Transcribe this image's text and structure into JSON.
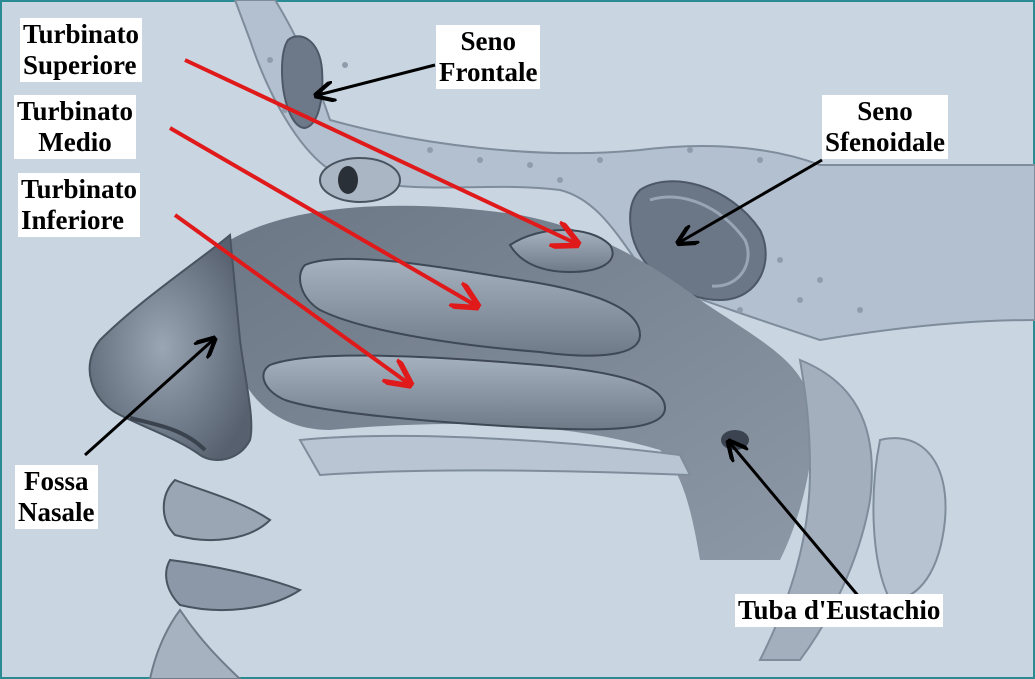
{
  "colors": {
    "background": "#c9d6e2",
    "frame_border": "#2a8c92",
    "bone": "#b2c0cf",
    "tissue_dark": "#5a6573",
    "tissue_mid": "#8b97a6",
    "arrow_red": "#e01a1a",
    "arrow_black": "#000000",
    "label_bg": "#ffffff",
    "label_text": "#000000"
  },
  "labels": {
    "turbinato_superiore": [
      "Turbinato",
      "Superiore"
    ],
    "seno_frontale": [
      "Seno",
      "Frontale"
    ],
    "turbinato_medio": [
      "Turbinato",
      "Medio"
    ],
    "turbinato_inferiore": [
      "Turbinato",
      "Inferiore"
    ],
    "seno_sfenoidale": [
      "Seno",
      "Sfenoidale"
    ],
    "fossa_nasale": [
      "Fossa",
      "Nasale"
    ],
    "tuba_eustachio": [
      "Tuba d'Eustachio"
    ]
  },
  "arrows": [
    {
      "name": "arrow-turbinato-superiore",
      "color": "red",
      "target": "turbinato_superiore"
    },
    {
      "name": "arrow-turbinato-medio",
      "color": "red",
      "target": "turbinato_medio"
    },
    {
      "name": "arrow-turbinato-inferiore",
      "color": "red",
      "target": "turbinato_inferiore"
    },
    {
      "name": "arrow-seno-frontale",
      "color": "black",
      "target": "seno_frontale"
    },
    {
      "name": "arrow-seno-sfenoidale",
      "color": "black",
      "target": "seno_sfenoidale"
    },
    {
      "name": "arrow-fossa-nasale",
      "color": "black",
      "target": "fossa_nasale"
    },
    {
      "name": "arrow-tuba-eustachio",
      "color": "black",
      "target": "tuba_eustachio"
    }
  ]
}
